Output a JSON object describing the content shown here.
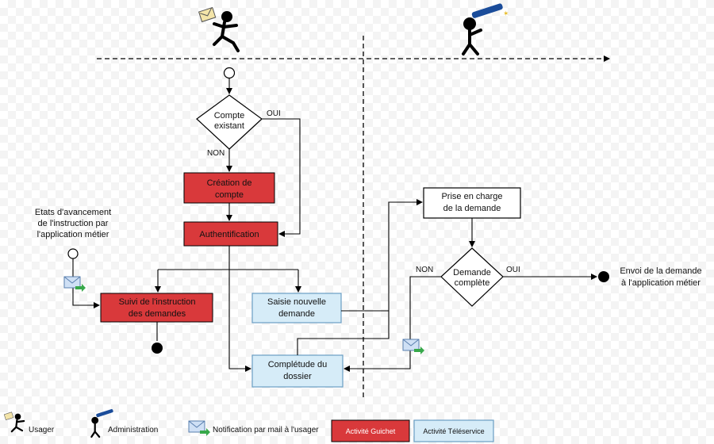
{
  "flow": {
    "decision_account": [
      "Compte",
      "existant"
    ],
    "edge_oui_top": "OUI",
    "edge_non_top": "NON",
    "creation": [
      "Création de",
      "compte"
    ],
    "auth": "Authentification",
    "suivi": [
      "Suivi de l'instruction",
      "des demandes"
    ],
    "saisie": [
      "Saisie nouvelle",
      "demande"
    ],
    "completude": [
      "Complétude du",
      "dossier"
    ],
    "prise": [
      "Prise en charge",
      "de la demande"
    ],
    "decision_complete": [
      "Demande",
      "complète"
    ],
    "edge_non_right": "NON",
    "edge_oui_right": "OUI",
    "envoi": [
      "Envoi de la demande",
      "à l'application métier"
    ],
    "etats": [
      "Etats d'avancement",
      "de l'instruction par",
      "l'application métier"
    ]
  },
  "legend": {
    "usager": "Usager",
    "administration": "Administration",
    "notification": "Notification par mail à l'usager",
    "guichet": "Activité Guichet",
    "teleservice": "Activité Téléservice"
  },
  "colors": {
    "guichet": "#d9393b",
    "teleservice": "#d6ecf8",
    "teleservice_border": "#6a9ec4"
  }
}
